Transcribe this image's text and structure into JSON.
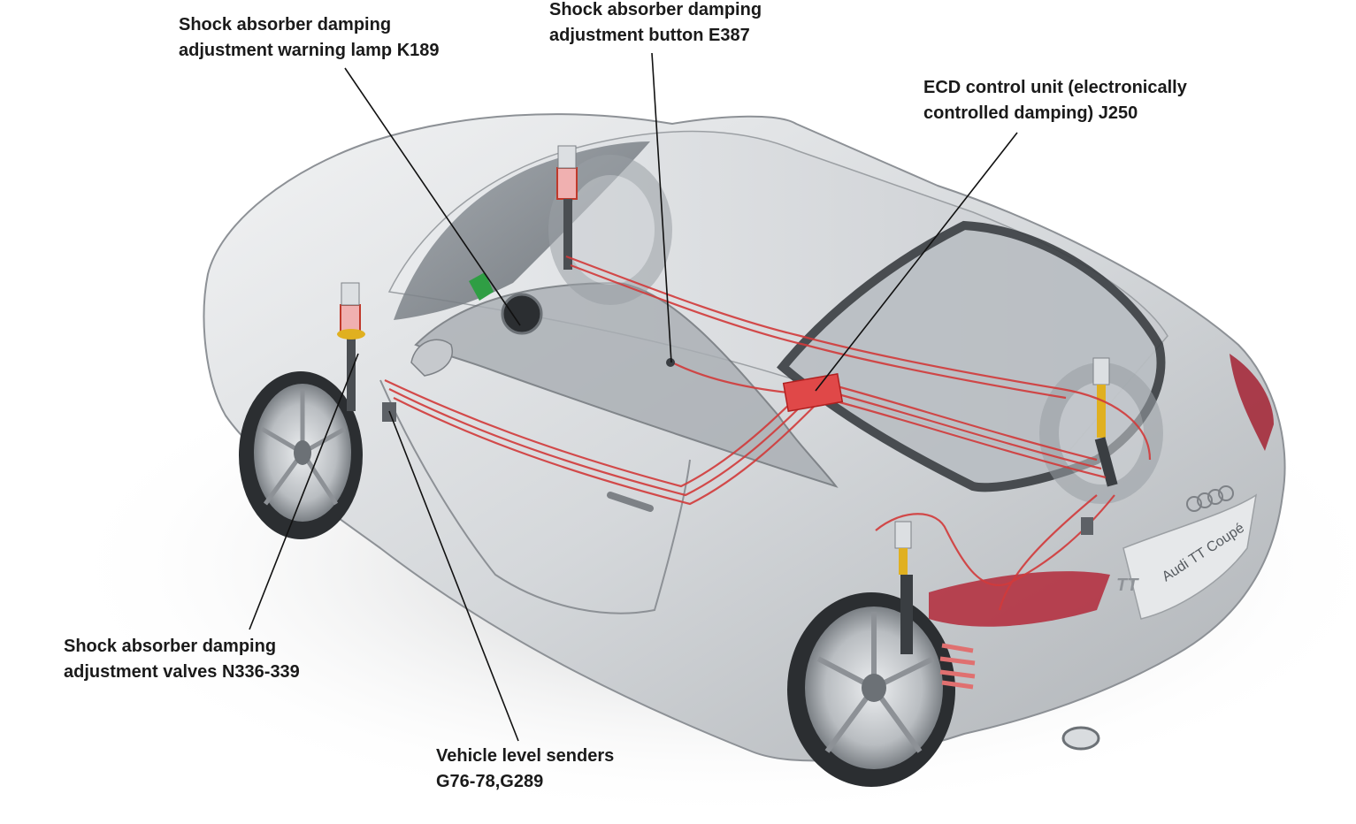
{
  "labels": {
    "warning_lamp": {
      "line1": "Shock absorber damping",
      "line2": "adjustment warning lamp K189"
    },
    "button": {
      "line1": "Shock absorber damping",
      "line2": "adjustment button E387"
    },
    "control_unit": {
      "line1": "ECD control unit (electronically",
      "line2": "controlled damping) J250"
    },
    "valves": {
      "line1": "Shock absorber damping",
      "line2": "adjustment valves N336-339"
    },
    "level_senders": {
      "line1": "Vehicle level senders",
      "line2": "G76-78,G289"
    }
  },
  "car": {
    "badge_text": "Audi TT Coupé",
    "model_badge": "TT"
  },
  "colors": {
    "body": "#d6d9dc",
    "wiring": "#d23a3a",
    "control_unit": "#e04848",
    "warning_lamp": "#2f9e44",
    "leader": "#111111"
  }
}
